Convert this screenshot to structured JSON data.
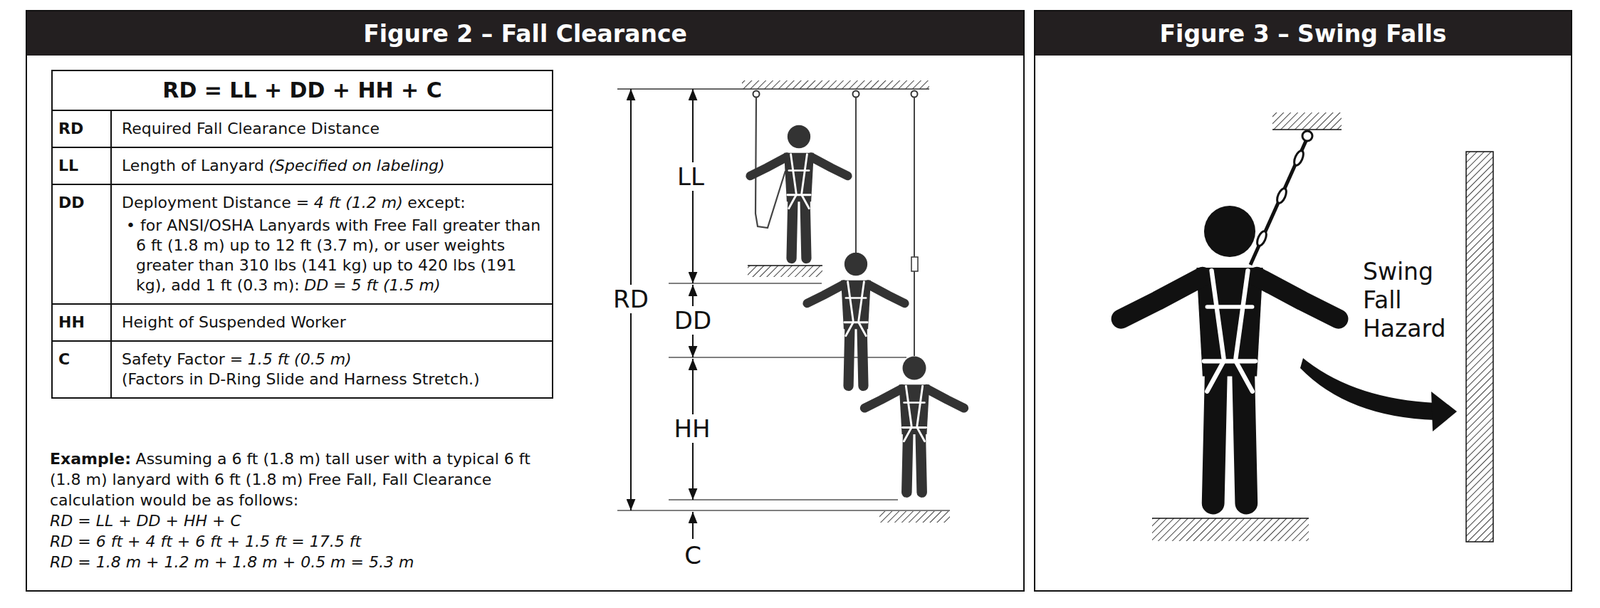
{
  "diagram": {
    "nodes": [
      {
        "text": [
          "Figure 2 – Fall Clearance"
        ]
      },
      {
        "text": [
          "RD = LL + DD + HH + C"
        ],
        "in": 0
      },
      {
        "text": [
          "RD",
          "Required Fall Clearance Distance"
        ],
        "in": 1
      },
      {
        "text": [
          "LL",
          "Length of Lanyard",
          "(Specified on labeling)"
        ],
        "in": 1
      },
      {
        "text": [
          "DD",
          "Deployment Distance =",
          "4 ft (1.2 m)",
          "except:",
          "• for ANSI/OSHA Lanyards with Free Fall greater than 6 ft (1.8 m) up to 12 ft (3.7 m), or user weights greater than 310 lbs (141 kg) up to 420 lbs (191 kg), add 1 ft (0.3 m):",
          "DD = 5 ft (1.5 m)"
        ],
        "in": 1
      },
      {
        "text": [
          "HH",
          "Height of Suspended Worker"
        ],
        "in": 1
      },
      {
        "text": [
          "C",
          "Safety Factor =",
          "1.5 ft (0.5 m)",
          "(Factors in D-Ring Slide and Harness Stretch.)"
        ],
        "in": 1
      },
      {
        "text": [
          "Figure 3 – Swing Falls"
        ]
      }
    ],
    "labels": [
      "Example:",
      "Assuming a 6 ft (1.8 m) tall user with a typical 6 ft (1.8 m) lanyard with 6 ft (1.8 m) Free Fall, Fall Clearance calculation would be as follows:",
      "RD = LL + DD + HH + C",
      "RD = 6 ft + 4 ft + 6 ft + 1.5 ft = 17.5 ft",
      "RD = 1.8 m + 1.2 m + 1.8 m + 0.5 m = 5.3 m",
      "LL",
      "RD",
      "DD",
      "HH",
      "C",
      "Swing Fall Hazard"
    ]
  }
}
